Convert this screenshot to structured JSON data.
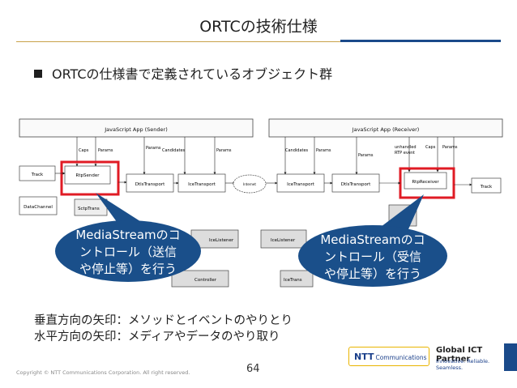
{
  "slide": {
    "title": "ORTCの技術仕様",
    "bullet": "ORTCの仕様書で定義されているオブジェクト群",
    "notes": [
      "垂直方向の矢印：メソッドとイベントのやりとり",
      "水平方向の矢印：メディアやデータのやり取り"
    ],
    "footer": "Copyright © NTT Communications Corporation. All right reserved.",
    "page_number": "64"
  },
  "diagram": {
    "sender_app": "JavaScript App (Sender)",
    "receiver_app": "JavaScript App (Receiver)",
    "labels": {
      "caps": "Caps",
      "params": "Params",
      "candidates": "Candidates",
      "unhandled": "unhandled",
      "rtp_event": "RTP event",
      "internet": "Internet"
    },
    "boxes": {
      "track_left": "Track",
      "rtp_sender": "RtpSender",
      "dtls_left": "DtlsTransport",
      "ice_left": "IceTransport",
      "ice_right": "IceTransport",
      "dtls_right": "DtlsTransport",
      "rtp_receiver": "RtpReceiver",
      "track_right": "Track",
      "data_channel": "DataChannel",
      "sctp": "SctpTrans",
      "ice_listener_left": "IceListener",
      "controller_left": "Controller",
      "ice_listener_right": "IceListener",
      "ice_trans_right_bottom": "IceTrans"
    },
    "highlight_color": "#e01b24",
    "callout_color": "#1a4f8a"
  },
  "callouts": {
    "left": [
      "MediaStreamのコ",
      "ントロール（送信",
      "や停止等）を行う"
    ],
    "right": [
      "MediaStreamのコ",
      "ントロール（受信",
      "や停止等）を行う"
    ]
  },
  "logo": {
    "ntt_mark": "NTT",
    "ntt_text": "Communications",
    "gp_title": "Global ICT Partner",
    "gp_sub": "Innovative. Reliable. Seamless."
  }
}
